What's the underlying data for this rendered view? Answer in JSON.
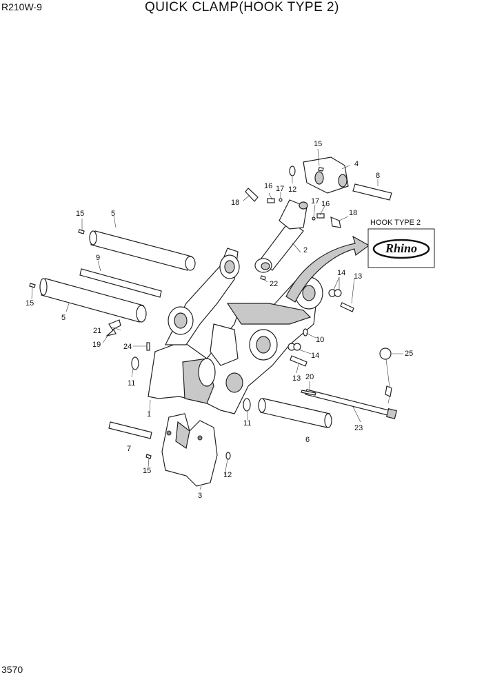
{
  "header": {
    "model": "R210W-9",
    "title": "QUICK CLAMP(HOOK TYPE 2)"
  },
  "footer": {
    "page_number": "3570"
  },
  "inset": {
    "label": "HOOK TYPE 2",
    "logo_text": "Rhino"
  },
  "callouts": [
    "1",
    "2",
    "3",
    "4",
    "5",
    "5",
    "6",
    "7",
    "8",
    "9",
    "10",
    "11",
    "11",
    "12",
    "12",
    "13",
    "13",
    "14",
    "14",
    "15",
    "15",
    "15",
    "15",
    "16",
    "16",
    "17",
    "17",
    "18",
    "18",
    "19",
    "20",
    "21",
    "22",
    "23",
    "24",
    "25"
  ]
}
